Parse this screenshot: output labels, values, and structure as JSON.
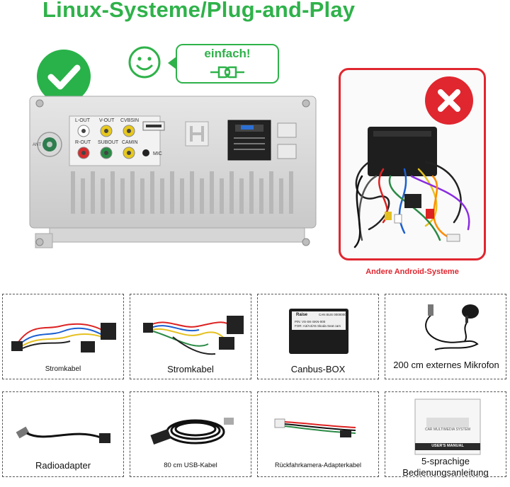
{
  "title": "Linux-Systeme/Plug-and-Play",
  "bubble": {
    "text": "einfach!"
  },
  "comparison": {
    "other_label": "Andere Android-Systeme",
    "radio_labels": {
      "lout": "L-OUT",
      "vout": "V-OUT",
      "cvbsin": "CVBSIN",
      "rout": "R-OUT",
      "subout": "SUBOUT",
      "camin": "CAMIN",
      "mic": "MIC",
      "ant": "ANT"
    }
  },
  "canbus_print": {
    "brand": "Raise",
    "model": "CAN BUS 0000000",
    "lines": [
      "P/N: VS-SK-SKN-000",
      "FOR: A3/A4/A5 Skoda Seat cars"
    ]
  },
  "manual_print": {
    "header": "CAR MULTIMEDIA SYSTEM",
    "footer": "USER'S MANUAL"
  },
  "accessories": [
    {
      "label": "Stromkabel",
      "icon": "power-harness-small-icon"
    },
    {
      "label": "Stromkabel",
      "icon": "power-harness-large-icon"
    },
    {
      "label": "Canbus-BOX",
      "icon": "canbus-box-icon"
    },
    {
      "label": "200 cm externes Mikrofon",
      "icon": "microphone-icon"
    },
    {
      "label": "Radioadapter",
      "icon": "radio-adapter-icon"
    },
    {
      "label": "80 cm USB-Kabel",
      "icon": "usb-cable-icon"
    },
    {
      "label": "Rückfahrkamera-Adapterkabel",
      "icon": "camera-adapter-cable-icon"
    },
    {
      "label": "5-sprachige Bedienungsanleitung",
      "icon": "manual-icon"
    }
  ],
  "colors": {
    "green": "#2fb24a",
    "red": "#e0262f"
  }
}
